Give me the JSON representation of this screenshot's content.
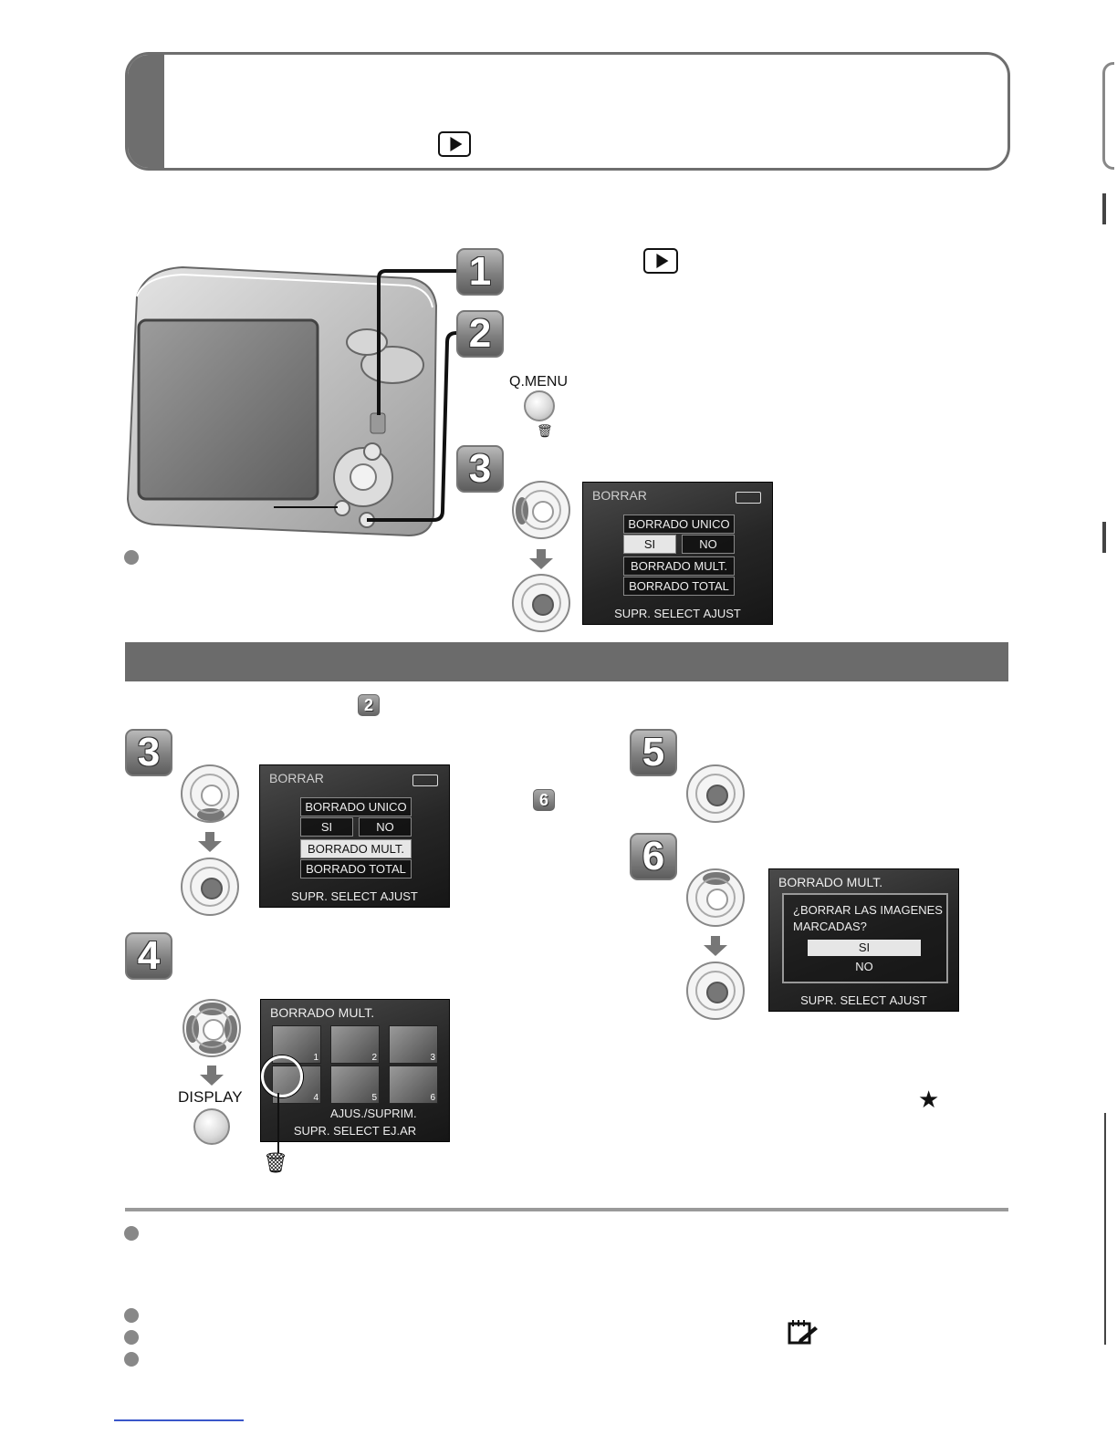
{
  "steps": {
    "top": [
      "1",
      "2",
      "3"
    ],
    "left": [
      "3",
      "4"
    ],
    "right": [
      "5",
      "6"
    ],
    "ref_small_a": "2",
    "ref_small_b": "6"
  },
  "buttons": {
    "qmenu_label": "Q.MENU",
    "display_label": "DISPLAY"
  },
  "screen_single": {
    "title": "BORRAR",
    "items": [
      "BORRADO UNICO",
      "SI",
      "NO",
      "BORRADO MULT.",
      "BORRADO TOTAL"
    ],
    "footer": "SUPR. SELECT AJUST"
  },
  "screen_multi_step3": {
    "title": "BORRAR",
    "items": [
      "BORRADO UNICO",
      "SI",
      "NO",
      "BORRADO MULT.",
      "BORRADO TOTAL"
    ],
    "footer": "SUPR. SELECT AJUST"
  },
  "screen_multi_select": {
    "title": "BORRADO MULT.",
    "thumb_numbers": [
      "1",
      "2",
      "3",
      "4",
      "5",
      "6"
    ],
    "action": "AJUS./SUPRIM.",
    "footer": "SUPR. SELECT EJ.AR"
  },
  "screen_confirm": {
    "title": "BORRADO MULT.",
    "question_line1": "¿BORRAR LAS IMAGENES",
    "question_line2": "MARCADAS?",
    "yes": "SI",
    "no": "NO",
    "footer": "SUPR. SELECT AJUST"
  },
  "symbols": {
    "star": "★"
  },
  "colors": {
    "accent_gray": "#6b6b6b",
    "badge_gray": "#7f7f7f"
  }
}
